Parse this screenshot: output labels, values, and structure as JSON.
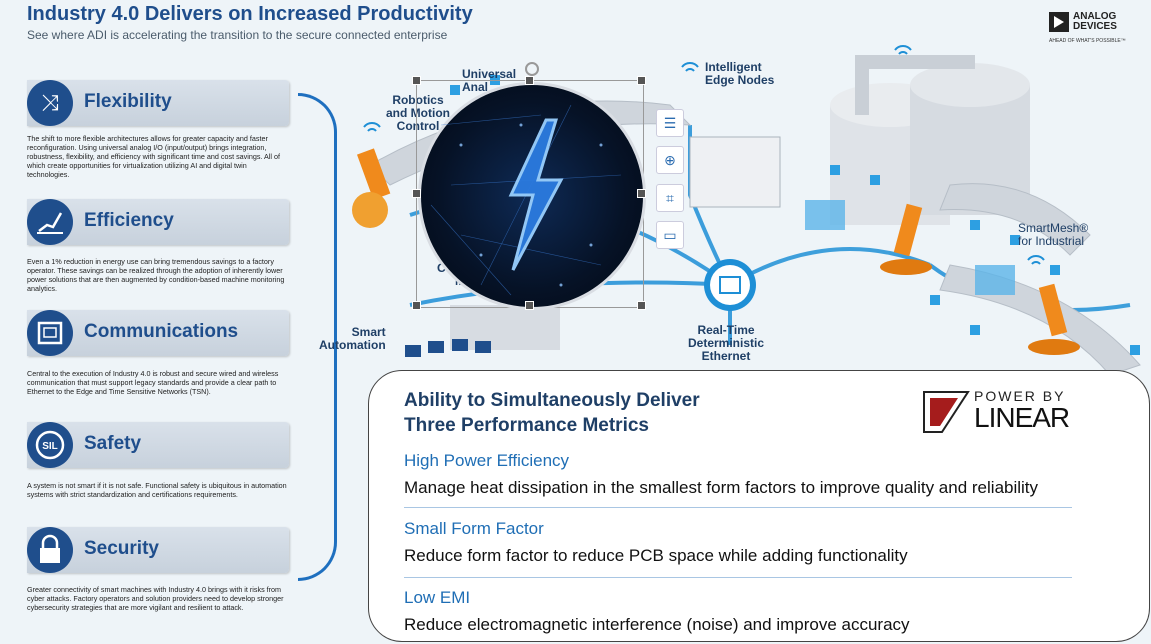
{
  "header": {
    "title": "Industry 4.0 Delivers on Increased Productivity",
    "subtitle": "See where ADI is accelerating the transition to the secure connected enterprise"
  },
  "brand": {
    "adi_name": "ANALOG DEVICES",
    "adi_tagline": "AHEAD OF WHAT'S POSSIBLE™",
    "linear_top": "POWER BY",
    "linear_bottom": "LINEAR"
  },
  "categories": [
    {
      "label": "Flexibility",
      "icon": "shuffle-icon",
      "desc": "The shift to more flexible architectures allows for greater capacity and faster reconfiguration. Using universal analog I/O (input/output) brings integration, robustness, flexibility, and efficiency with significant time and cost savings. All of which create opportunities for virtualization utilizing AI and digital twin technologies."
    },
    {
      "label": "Efficiency",
      "icon": "growth-chart-icon",
      "desc": "Even a 1% reduction in energy use can bring tremendous savings to a factory operator. These savings can be realized through the adoption of inherently lower power solutions that are then augmented by condition-based machine monitoring analytics."
    },
    {
      "label": "Communications",
      "icon": "ethernet-port-icon",
      "desc": "Central to the execution of Industry 4.0 is robust and secure wired and wireless communication that must support legacy standards and provide a clear path to Ethernet to the Edge and Time Sensitive Networks (TSN)."
    },
    {
      "label": "Safety",
      "icon": "sil-badge-icon",
      "desc": "A system is not smart if it is not safe. Functional safety is ubiquitous in automation systems with strict standardization and certifications requirements."
    },
    {
      "label": "Security",
      "icon": "padlock-icon",
      "desc": "Greater connectivity of smart machines with Industry 4.0 brings with it risks from cyber attacks. Factory operators and solution providers need to develop stronger cybersecurity strategies that are more vigilant and resilient to attack."
    }
  ],
  "factory_labels": {
    "universal": "Universal",
    "universal_cut": "Anal",
    "robotics": "Robotics\nand Motion\nControl",
    "edge": "Intelligent\nEdge Nodes",
    "smartmesh": "SmartMesh®\nfor Industrial",
    "ethernet": "Real-Time\nDeterministic\nEthernet",
    "automation": "Smart\nAutomation",
    "hidden_c": "C",
    "hidden_m": "M"
  },
  "toolbar": {
    "layers": "layers-icon",
    "zoom": "zoom-in-icon",
    "crop": "crop-icon",
    "replace": "replace-image-icon"
  },
  "panel": {
    "title_line1": "Ability to Simultaneously Deliver",
    "title_line2": "Three Performance Metrics",
    "metrics": [
      {
        "head": "High Power Efficiency",
        "desc": "Manage heat dissipation in the smallest form factors to improve quality and reliability"
      },
      {
        "head": "Small Form Factor",
        "desc": "Reduce form factor to reduce PCB space while adding functionality"
      },
      {
        "head": "Low EMI",
        "desc": "Reduce electromagnetic interference (noise) and improve accuracy"
      }
    ]
  },
  "colors": {
    "brand_blue": "#1f4e8c",
    "accent_blue": "#1f6eb5",
    "robot_orange": "#f08a1c"
  }
}
